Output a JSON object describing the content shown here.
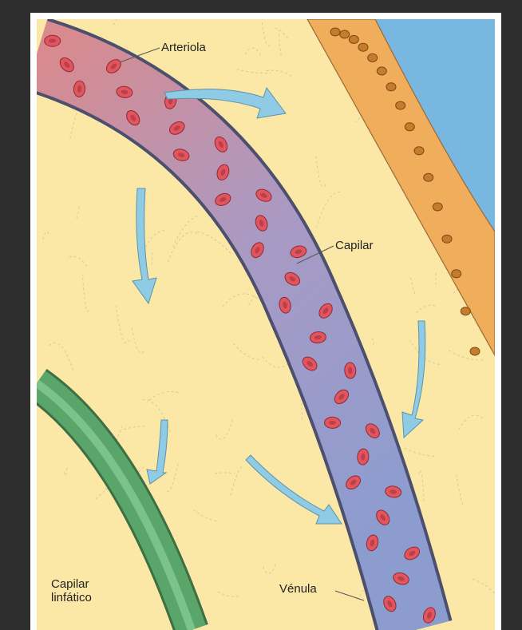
{
  "labels": {
    "arteriole": "Arteriola",
    "capillary": "Capilar",
    "venule": "Vénula",
    "lymph_line1": "Capilar",
    "lymph_line2": "linfático"
  },
  "colors": {
    "tissue": "#fbe8a6",
    "arteriole_blood": "#d98a8e",
    "capillary_blood": "#a99ac4",
    "venule_blood": "#8d9ccf",
    "lymph": "#5aa66a",
    "epithelium": "#f0ad5c",
    "lumen": "#78b7e0",
    "red_cell": "#e0555e",
    "flow_arrow": "#8fcbe4"
  }
}
